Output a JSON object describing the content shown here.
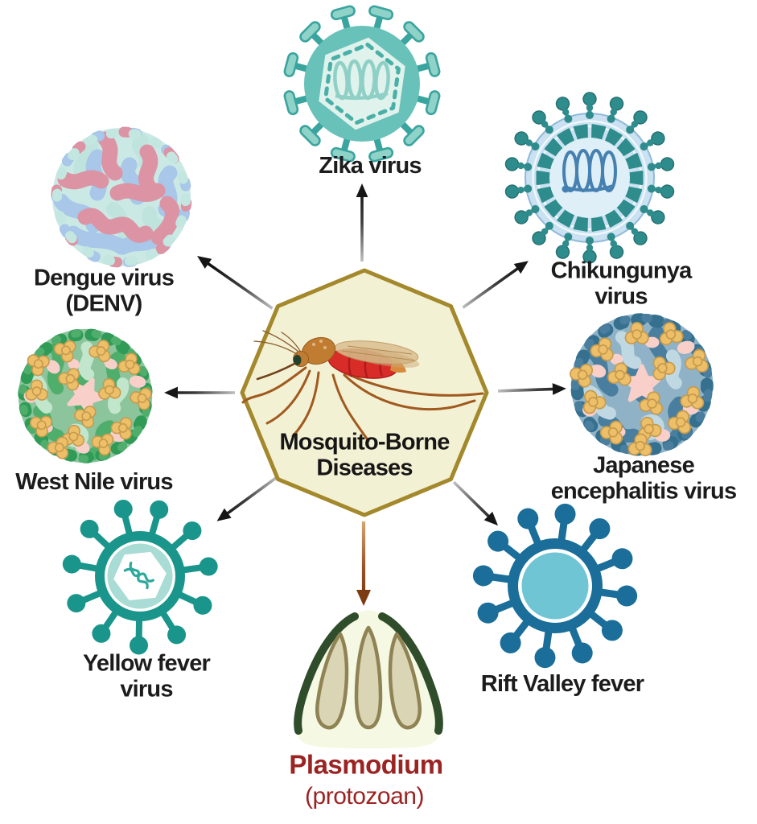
{
  "diagram_title": "Mosquito-Borne Diseases",
  "center": {
    "label": "Mosquito-Borne\nDiseases",
    "icon": "mosquito-icon",
    "shape": "octagon"
  },
  "nodes": {
    "zika": {
      "label": "Zika virus",
      "icon": "zika-virus-icon",
      "position": "top"
    },
    "chikungunya": {
      "label": "Chikungunya\nvirus",
      "icon": "chikungunya-virus-icon",
      "position": "top-right"
    },
    "japanese_encephalitis": {
      "label": "Japanese\nencephalitis virus",
      "icon": "japanese-encephalitis-virus-icon",
      "position": "right"
    },
    "rift_valley": {
      "label": "Rift Valley fever",
      "icon": "rift-valley-fever-virus-icon",
      "position": "bottom-right"
    },
    "plasmodium": {
      "label": "Plasmodium",
      "sublabel": "(protozoan)",
      "icon": "plasmodium-oocyst-icon",
      "position": "bottom"
    },
    "yellow_fever": {
      "label": "Yellow fever\nvirus",
      "icon": "yellow-fever-virus-icon",
      "position": "bottom-left"
    },
    "west_nile": {
      "label": "West Nile virus",
      "icon": "west-nile-virus-icon",
      "position": "left"
    },
    "dengue": {
      "label": "Dengue virus\n(DENV)",
      "icon": "dengue-virus-icon",
      "position": "top-left"
    }
  },
  "colors": {
    "background": "#FFFFFF",
    "octagon_fill": "#F3F1D4",
    "octagon_border": "#A3882C",
    "label_text": "#1C1C1C",
    "plasmodium_text": "#9B2423",
    "arrow_black": "#161616",
    "arrow_brown": "#7C3B10",
    "zika_teal": "#68C2BA",
    "chikungunya_light_blue": "#C9E1F1",
    "chikungunya_spike_teal": "#2E8C8C",
    "je_dark_blue": "#35708F",
    "rift_valley_blue": "#1A6E99",
    "rift_valley_inner_cyan": "#6FC5D3",
    "yellow_fever_teal": "#1A958B",
    "west_nile_green": "#2F9B57",
    "dengue_pink": "#DC93A4",
    "dengue_blue": "#A8C7E9",
    "virus_trimer_yellow": "#EDBF69",
    "virus_gap_pink": "#F8CFC9",
    "mosquito_body_brown": "#C07C31",
    "mosquito_abdomen_red": "#D82C28",
    "plasmodium_arc_green": "#2F4D2B"
  }
}
